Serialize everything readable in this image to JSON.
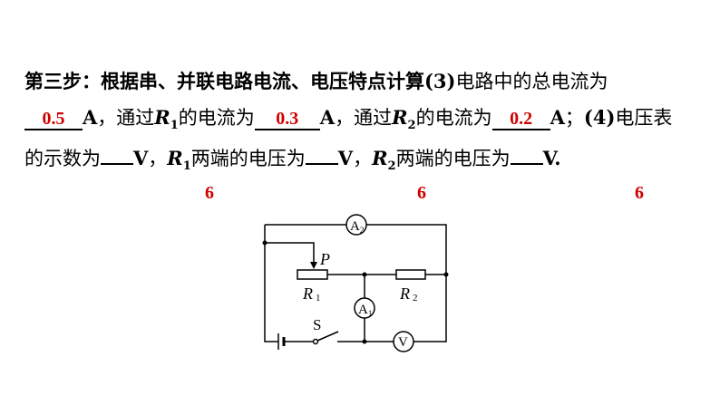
{
  "heading": "第三步：根据串、并联电路电流、电压特点计算",
  "q3_label": "(3)",
  "q3_text": "电路中的总电流为",
  "unit_a": "A",
  "through": "，通过",
  "r": "R",
  "sub1": "1",
  "sub2": "2",
  "current_of": "的电流为",
  "semicolon": "；",
  "q4_label": "(4)",
  "q4_text_a": "电压表",
  "q4_text_b": "的示数为",
  "unit_v": "V",
  "comma": "，",
  "both_ends": "两端的电压为",
  "period": ".",
  "answers": {
    "total_current": "0.5",
    "r1_current": "0.3",
    "r2_current": "0.2",
    "voltmeter": "6",
    "r1_voltage": "6",
    "r2_voltage": "6"
  },
  "circuit": {
    "a2": "A",
    "a2_sub": "2",
    "a1": "A",
    "a1_sub": "1",
    "v": "V",
    "p": "P",
    "s": "S",
    "r1": "R",
    "r1_sub": "1",
    "r2": "R",
    "r2_sub": "2"
  }
}
